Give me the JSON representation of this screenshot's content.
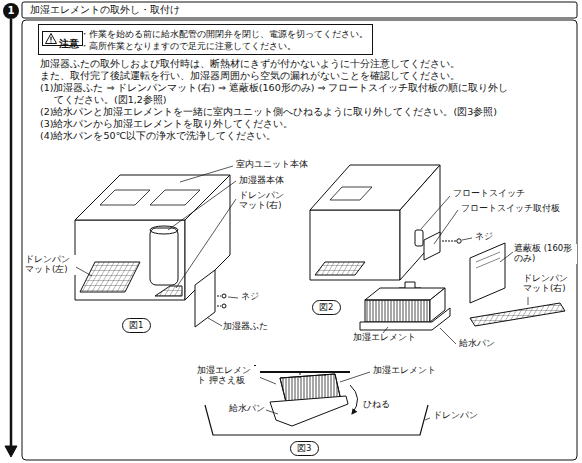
{
  "diagram": {
    "title": "加湿エレメントの取外し・取付け",
    "nodes": [
      {
        "text": [
          "1"
        ]
      },
      {
        "text": [
          "注意",
          "・作業を始める前に給水配管の開閉弁を閉じ、電源を切ってください。",
          "・高所作業となりますので足元に注意してください。"
        ]
      },
      {
        "text": [
          "図1"
        ]
      },
      {
        "text": [
          "図2"
        ]
      },
      {
        "text": [
          "図3"
        ]
      }
    ],
    "labels": [
      "加湿器ふたの取外しおよび取付時は、断熱材にきずが付かないように十分注意してください。",
      "また、取付完了後試運転を行い、加湿器周囲から空気の漏れがないことを確認してください。",
      "(1)加湿器ふた ⇒ ドレンパンマット(右) ⇒ 遮蔽板(160形のみ) ⇒ フロートスイッチ取付板の順に取り外してください。(図1,2参照)",
      "(2)給水パンと加湿エレメントを一緒に室内ユニット側へひねるように取り外してください。(図3参照)",
      "(3)給水パンから加湿エレメントを取り外してください。",
      "(4)給水パンを50℃以下の浄水で洗浄してください。",
      "室内ユニット本体",
      "加湿器本体",
      "ドレンパン マット(右)",
      "ドレンパン マット(左)",
      "ネジ",
      "加湿器ふた",
      "フロートスイッチ",
      "フロートスイッチ取付板",
      "ネジ",
      "遮蔽板 (160形のみ)",
      "ドレンパン マット(右)",
      "加湿エレメント",
      "給水パン",
      "加湿エレメント 押さえ板",
      "加湿エレメント",
      "給水パン",
      "ひねる",
      "ドレンパン"
    ]
  }
}
